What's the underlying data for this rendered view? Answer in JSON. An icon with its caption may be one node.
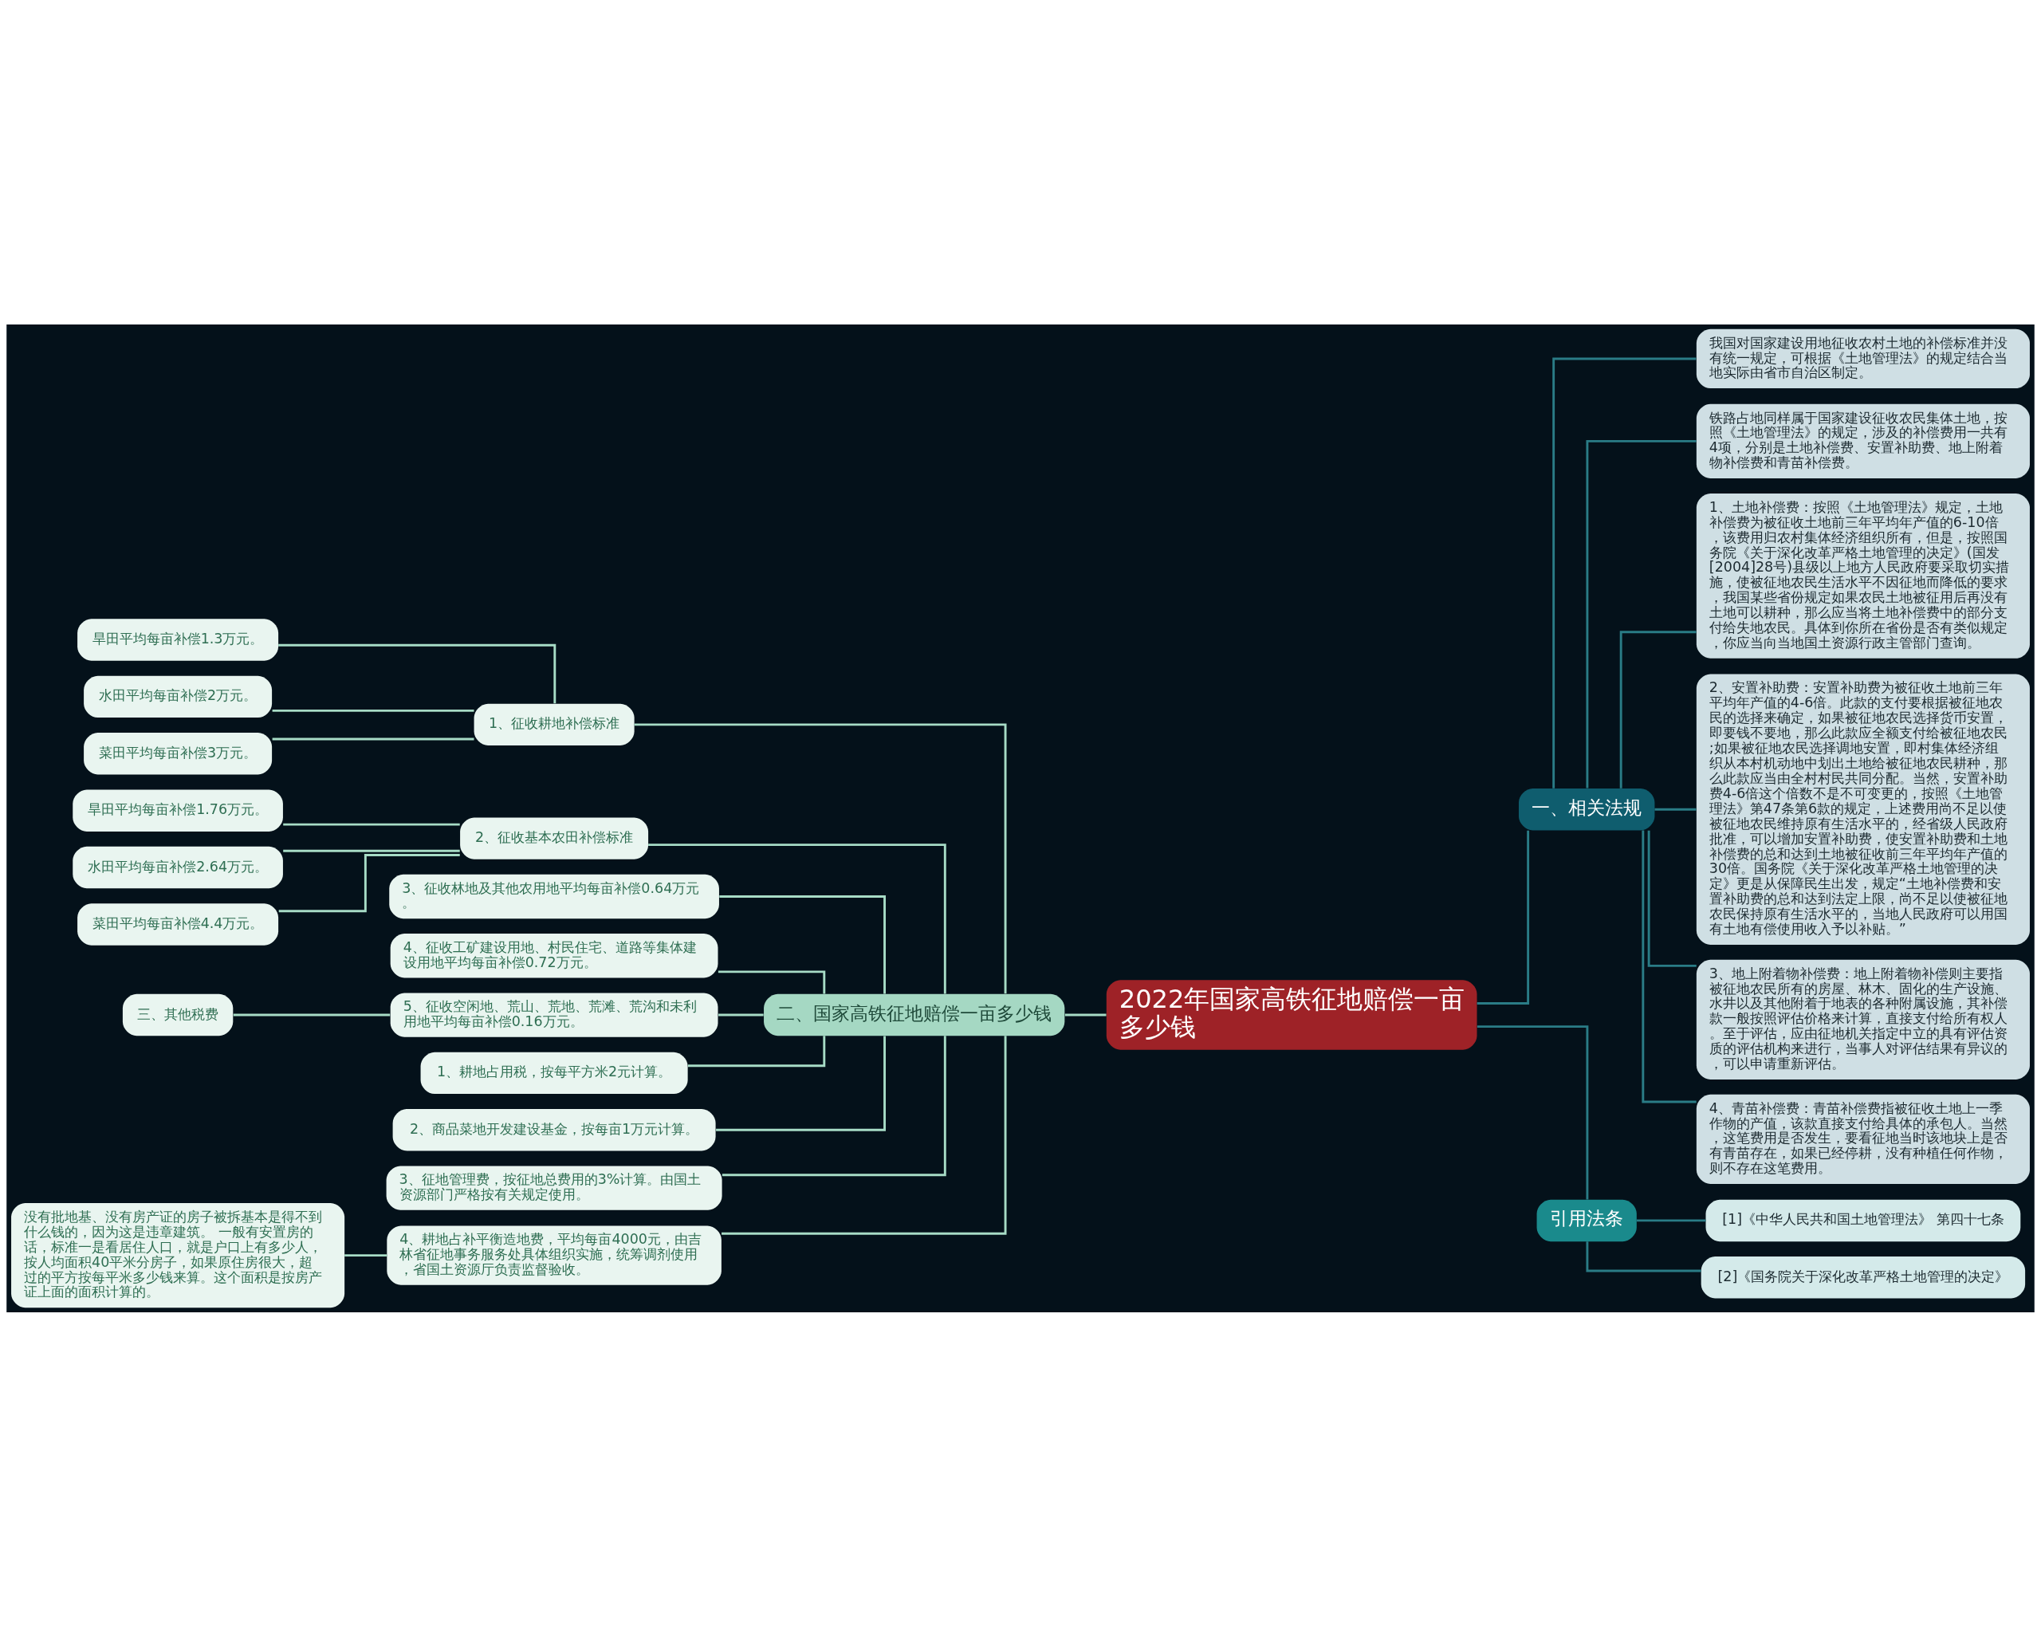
{
  "diagram": {
    "nodes": [
      {
        "text": [
          "2022年国家高铁征地赔偿一亩多少钱"
        ]
      },
      {
        "text": [
          "一、相关法规"
        ]
      },
      {
        "text": [
          "我国对国家建设用地征收农村土地的补偿标准并没有统一规定，可根据《土地管理法》的规定结合当地实际由省市自治区制定。"
        ]
      },
      {
        "text": [
          "铁路占地同样属于国家建设征收农民集体土地，按照《土地管理法》的规定，涉及的补偿费用一共有4项，分别是土地补偿费、安置补助费、地上附着物补偿费和青苗补偿费。"
        ]
      },
      {
        "text": [
          "1、土地补偿费：按照《土地管理法》规定，土地补偿费为被征收土地前三年平均年产值的6-10倍，该费用归农村集体经济组织所有，但是，按照国务院《关于深化改革严格土地管理的决定》(国发[2004]28号)县级以上地方人民政府要采取切实措施，使被征地农民生活水平不因征地而降低的要求，我国某些省份规定如果农民土地被征用后再没有土地可以耕种，那么应当将土地补偿费中的部分支付给失地农民。具体到你所在省份是否有类似规定，你应当向当地国土资源行政主管部门查询。"
        ]
      },
      {
        "text": [
          "2、安置补助费：安置补助费为被征收土地前三年平均年产值的4-6倍。此款的支付要根据被征地农民的选择来确定，如果被征地农民选择货币安置，即要钱不要地，那么此款应全额支付给被征地农民;如果被征地农民选择调地安置，即村集体经济组织从本村机动地中划出土地给被征地农民耕种，那么此款应当由全村村民共同分配。当然，安置补助费4-6倍这个倍数不是不可变更的，按照《土地管理法》第47条第6款的规定，上述费用尚不足以使被征地农民维持原有生活水平的，经省级人民政府批准，可以增加安置补助费，使安置补助费和土地补偿费的总和达到土地被征收前三年平均年产值的30倍。国务院《关于深化改革严格土地管理的决定》更是从保障民生出发，规定“土地补偿费和安置补助费的总和达到法定上限，尚不足以使被征地农民保持原有生活水平的，当地人民政府可以用国有土地有偿使用收入予以补贴。”"
        ]
      },
      {
        "text": [
          "3、地上附着物补偿费：地上附着物补偿则主要指被征地农民所有的房屋、林木、固化的生产设施、水井以及其他附着于地表的各种附属设施，其补偿款一般按照评估价格来计算，直接支付给所有权人。至于评估，应由征地机关指定中立的具有评估资质的评估机构来进行，当事人对评估结果有异议的，可以申请重新评估。"
        ]
      },
      {
        "text": [
          "4、青苗补偿费：青苗补偿费指被征收土地上一季作物的产值，该款直接支付给具体的承包人。当然，这笔费用是否发生，要看征地当时该地块上是否有青苗存在，如果已经停耕，没有种植任何作物，则不存在这笔费用。"
        ]
      },
      {
        "text": [
          "引用法条"
        ]
      },
      {
        "text": [
          "[1]《中华人民共和国土地管理法》 第四十七条"
        ]
      },
      {
        "text": [
          "[2]《国务院关于深化改革严格土地管理的决定》"
        ]
      },
      {
        "text": [
          "二、国家高铁征地赔偿一亩多少钱"
        ]
      },
      {
        "text": [
          "1、征收耕地补偿标准"
        ]
      },
      {
        "text": [
          "旱田平均每亩补偿1.3万元。"
        ]
      },
      {
        "text": [
          "水田平均每亩补偿2万元。"
        ]
      },
      {
        "text": [
          "菜田平均每亩补偿3万元。"
        ]
      },
      {
        "text": [
          "2、征收基本农田补偿标准"
        ]
      },
      {
        "text": [
          "旱田平均每亩补偿1.76万元。"
        ]
      },
      {
        "text": [
          "水田平均每亩补偿2.64万元。"
        ]
      },
      {
        "text": [
          "菜田平均每亩补偿4.4万元。"
        ]
      },
      {
        "text": [
          "3、征收林地及其他农用地平均每亩补偿0.64万元。"
        ]
      },
      {
        "text": [
          "4、征收工矿建设用地、村民住宅、道路等集体建设用地平均每亩补偿0.72万元。"
        ]
      },
      {
        "text": [
          "5、征收空闲地、荒山、荒地、荒滩、荒沟和未利用地平均每亩补偿0.16万元。"
        ]
      },
      {
        "text": [
          "三、其他税费"
        ]
      },
      {
        "text": [
          "1、耕地占用税，按每平方米2元计算。"
        ]
      },
      {
        "text": [
          "2、商品菜地开发建设基金，按每亩1万元计算。"
        ]
      },
      {
        "text": [
          "3、征地管理费，按征地总费用的3%计算。由国土资源部门严格按有关规定使用。"
        ]
      },
      {
        "text": [
          "4、耕地占补平衡造地费，平均每亩4000元，由吉林省征地事务服务处具体组织实施，统筹调剂使用，省国土资源厅负责监督验收。"
        ]
      },
      {
        "text": [
          "没有批地基、没有房产证的房子被拆基本是得不到什么钱的，因为这是违章建筑。 一般有安置房的话，标准一是看居住人口，就是户口上有多少人，按人均面积40平米分房子，如果原住房很大，超过的平方按每平米多少钱来算。这个面积是按房产证上面的面积计算的。"
        ]
      }
    ],
    "edges": [
      {
        "from": 0,
        "to": 1,
        "arrow": "none",
        "color": "#2a7c86"
      },
      {
        "from": 1,
        "to": 2,
        "arrow": "none",
        "color": "#2a7c86"
      },
      {
        "from": 1,
        "to": 3,
        "arrow": "none",
        "color": "#2a7c86"
      },
      {
        "from": 1,
        "to": 4,
        "arrow": "none",
        "color": "#2a7c86"
      },
      {
        "from": 1,
        "to": 5,
        "arrow": "none",
        "color": "#2a7c86"
      },
      {
        "from": 1,
        "to": 6,
        "arrow": "none",
        "color": "#2a7c86"
      },
      {
        "from": 1,
        "to": 7,
        "arrow": "none",
        "color": "#2a7c86"
      },
      {
        "from": 0,
        "to": 8,
        "arrow": "none",
        "color": "#2a7c86"
      },
      {
        "from": 8,
        "to": 9,
        "arrow": "none",
        "color": "#2a7c86"
      },
      {
        "from": 8,
        "to": 10,
        "arrow": "none",
        "color": "#2a7c86"
      },
      {
        "from": 11,
        "to": 0,
        "arrow": "none"
      },
      {
        "from": 12,
        "to": 11,
        "arrow": "none"
      },
      {
        "from": 13,
        "to": 12,
        "arrow": "none"
      },
      {
        "from": 14,
        "to": 12,
        "arrow": "none"
      },
      {
        "from": 15,
        "to": 12,
        "arrow": "none"
      },
      {
        "from": 16,
        "to": 11,
        "arrow": "none"
      },
      {
        "from": 17,
        "to": 16,
        "arrow": "none"
      },
      {
        "from": 18,
        "to": 16,
        "arrow": "none"
      },
      {
        "from": 19,
        "to": 16,
        "arrow": "none"
      },
      {
        "from": 20,
        "to": 11,
        "arrow": "none"
      },
      {
        "from": 21,
        "to": 11,
        "arrow": "none"
      },
      {
        "from": 22,
        "to": 11,
        "arrow": "none"
      },
      {
        "from": 23,
        "to": 22,
        "arrow": "none"
      },
      {
        "from": 24,
        "to": 11,
        "arrow": "none"
      },
      {
        "from": 25,
        "to": 11,
        "arrow": "none"
      },
      {
        "from": 26,
        "to": 11,
        "arrow": "none"
      },
      {
        "from": 27,
        "to": 11,
        "arrow": "none"
      },
      {
        "from": 28,
        "to": 27,
        "arrow": "none"
      }
    ]
  }
}
